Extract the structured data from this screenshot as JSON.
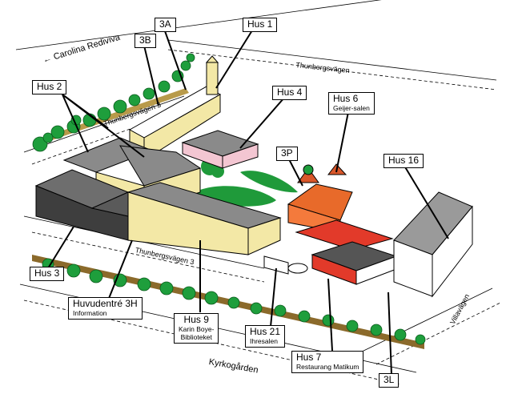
{
  "labels": {
    "hus1": "Hus 1",
    "hus3a": "3A",
    "hus3b": "3B",
    "hus2": "Hus 2",
    "hus4": "Hus 4",
    "hus6": "Hus 6",
    "hus6_sub": "Geijer-salen",
    "hus3p": "3P",
    "hus16": "Hus 16",
    "hus3": "Hus 3",
    "huvudentre": "Huvudentré 3H",
    "huvudentre_sub": "Information",
    "hus9": "Hus 9",
    "hus9_sub1": "Karin Boye-",
    "hus9_sub2": "Biblioteket",
    "hus21": "Hus 21",
    "hus21_sub": "Ihresalen",
    "hus7": "Hus 7",
    "hus7_sub": "Restaurang Matikum",
    "hus3l": "3L"
  },
  "roads": {
    "carolina": "← Carolina Rediviva",
    "thunbergsvagen_top": "Thunbergsvägen",
    "thunbergsvagen3_upper": "Thunbergsvägen 3",
    "thunbergsvagen3_lower": "Thunbergsvägen 3",
    "villavagen": "Villavägen",
    "kyrkogarden": "Kyrkogården"
  },
  "colors": {
    "outline": "#000000",
    "tree_green": "#1e9e3c",
    "lawn_green": "#1f9a3a",
    "hedge_brown": "#8b6a2b",
    "building_yellow": "#f3e8a6",
    "building_pink": "#f3c6d2",
    "building_orange": "#f47a3c",
    "building_red": "#e23a2a",
    "building_dark": "#4a4a4a",
    "building_grey": "#9a9a9a"
  }
}
